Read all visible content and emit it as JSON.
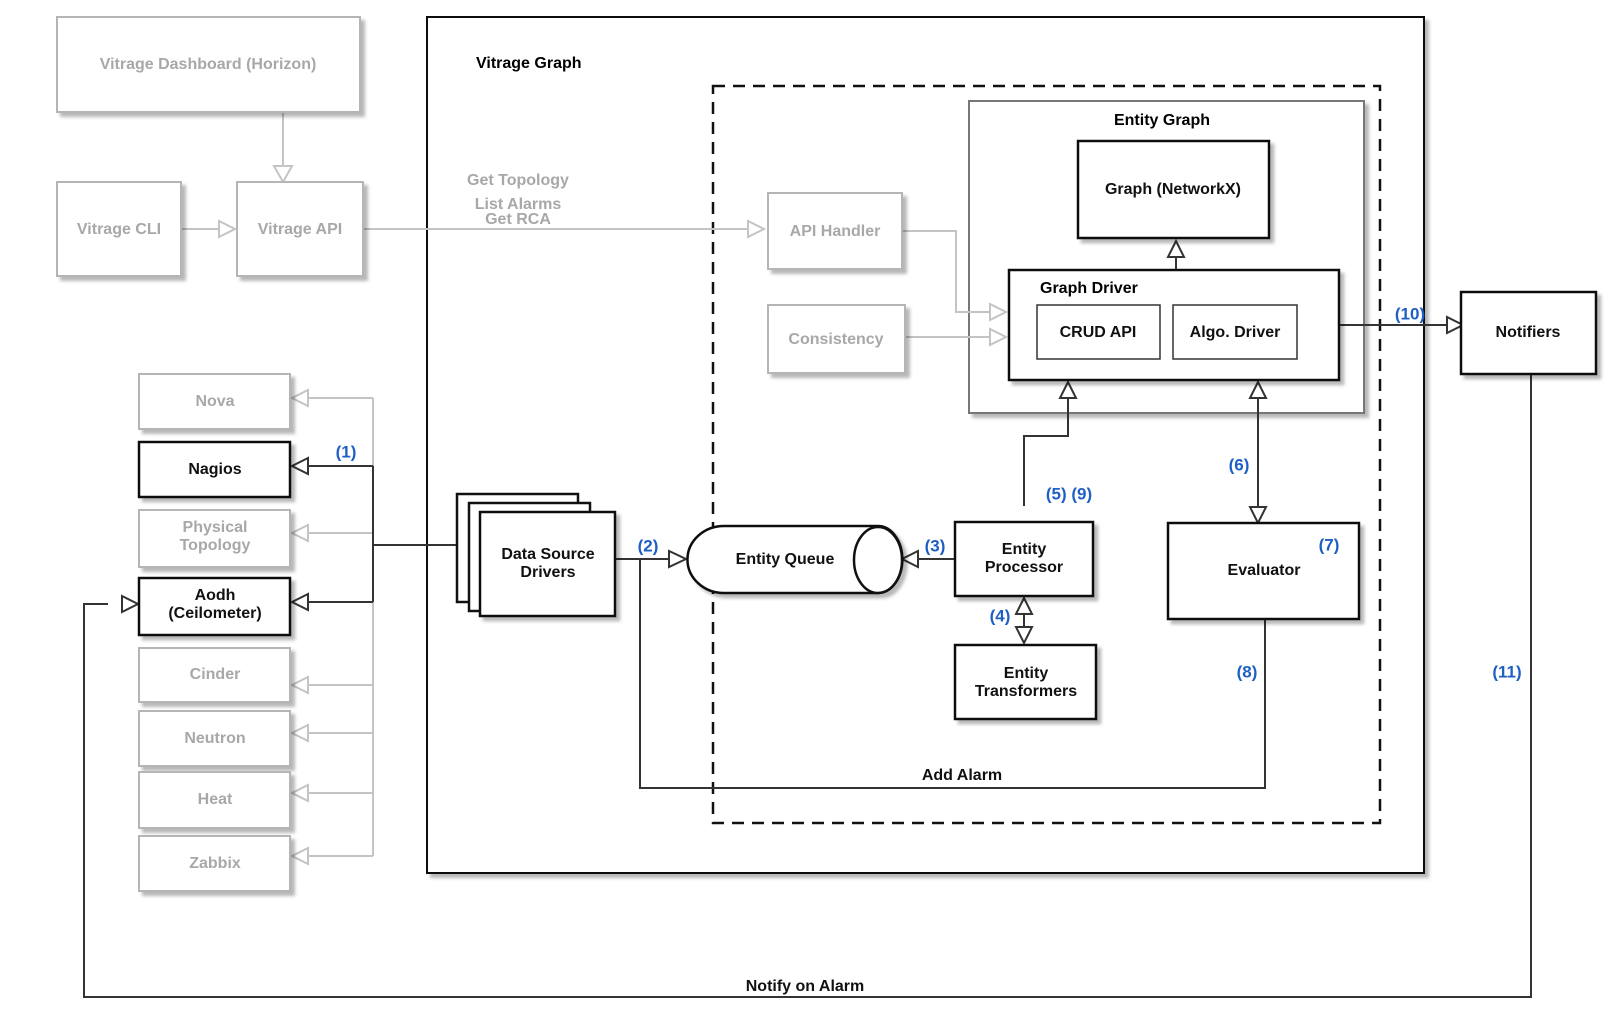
{
  "colors": {
    "step_label": "#1f5fc4",
    "active_border": "#111111",
    "inactive_border": "#b5b5b5",
    "inactive_text": "#a8a8a8",
    "active_line": "#333333",
    "inactive_line": "#c4c4c4"
  },
  "groups": {
    "vitrage_graph": "Vitrage Graph",
    "entity_graph": "Entity Graph",
    "graph_driver": "Graph Driver"
  },
  "nodes": {
    "dashboard": "Vitrage Dashboard (Horizon)",
    "cli": "Vitrage CLI",
    "api": "Vitrage API",
    "api_handler": "API Handler",
    "consistency": "Consistency",
    "graph_networkx": "Graph (NetworkX)",
    "crud_api": "CRUD API",
    "algo_driver": "Algo. Driver",
    "notifiers": "Notifiers",
    "data_source_drivers": [
      "Data Source",
      "Drivers"
    ],
    "entity_queue": "Entity Queue",
    "entity_processor": [
      "Entity",
      "Processor"
    ],
    "entity_transformers": [
      "Entity",
      "Transformers"
    ],
    "evaluator": "Evaluator",
    "datasources": {
      "nova": [
        "Nova"
      ],
      "nagios": [
        "Nagios"
      ],
      "physical_topology": [
        "Physical",
        "Topology"
      ],
      "aodh": [
        "Aodh",
        "(Ceilometer)"
      ],
      "cinder": [
        "Cinder"
      ],
      "neutron": [
        "Neutron"
      ],
      "heat": [
        "Heat"
      ],
      "zabbix": [
        "Zabbix"
      ]
    }
  },
  "edge_labels": {
    "api_calls": [
      "Get Topology",
      "List Alarms",
      "Get RCA"
    ],
    "add_alarm": "Add Alarm",
    "notify_on_alarm": "Notify on Alarm"
  },
  "steps": {
    "s1": "(1)",
    "s2": "(2)",
    "s3": "(3)",
    "s4": "(4)",
    "s5_9": "(5) (9)",
    "s6": "(6)",
    "s7": "(7)",
    "s8": "(8)",
    "s10": "(10)",
    "s11": "(11)"
  }
}
